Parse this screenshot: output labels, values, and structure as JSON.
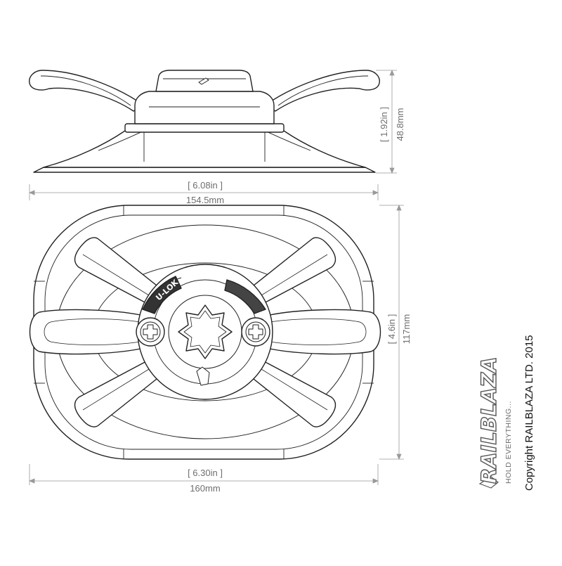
{
  "dimensions": {
    "height_in": "1.92in",
    "height_mm": "48.8mm",
    "top_width_in": "6.08in",
    "top_width_mm": "154.5mm",
    "depth_in": "4.6in",
    "depth_mm": "117mm",
    "base_width_in": "6.30in",
    "base_width_mm": "160mm"
  },
  "product_label": "U-LOK",
  "brand": {
    "name": "RAILBLAZA",
    "tagline": "HOLD EVERYTHING..."
  },
  "copyright": "Copyright RAILBLAZA LTD. 2015"
}
